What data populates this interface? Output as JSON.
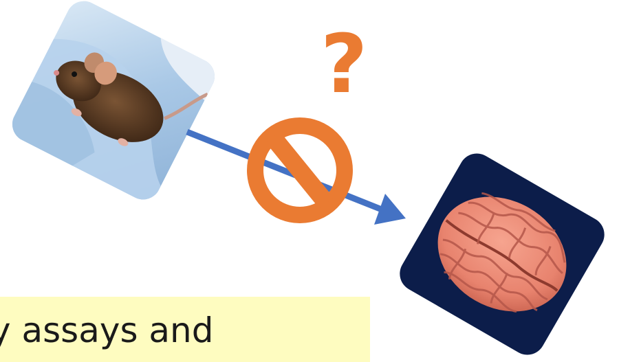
{
  "caption": {
    "text": "y assays and",
    "background": "#fefcc0"
  },
  "question_mark": {
    "text": "?",
    "color": "#ea7b32"
  },
  "colors": {
    "arrow": "#4472c4",
    "prohibited_sign": "#ea7b32",
    "brain_background": "#0c1d4a",
    "brain": "#e8836e",
    "glove": "#a9c8e6",
    "mouse": "#5a3a22"
  },
  "icons": {
    "mouse_photo": "mouse-on-gloved-hand",
    "brain_photo": "human-brain",
    "prohibited": "prohibited-sign",
    "arrow": "arrow-right-down"
  }
}
